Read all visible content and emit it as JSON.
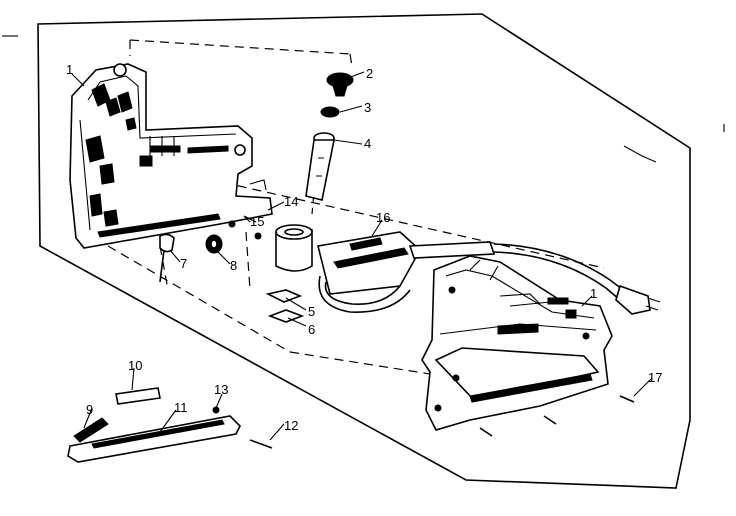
{
  "diagram": {
    "callouts": [
      {
        "id": "1a",
        "text": "1"
      },
      {
        "id": "1b",
        "text": "1"
      },
      {
        "id": "2",
        "text": "2"
      },
      {
        "id": "3",
        "text": "3"
      },
      {
        "id": "4",
        "text": "4"
      },
      {
        "id": "5",
        "text": "5"
      },
      {
        "id": "6",
        "text": "6"
      },
      {
        "id": "7",
        "text": "7"
      },
      {
        "id": "8",
        "text": "8"
      },
      {
        "id": "9",
        "text": "9"
      },
      {
        "id": "10",
        "text": "10"
      },
      {
        "id": "11",
        "text": "11"
      },
      {
        "id": "12",
        "text": "12"
      },
      {
        "id": "13",
        "text": "13"
      },
      {
        "id": "14",
        "text": "14"
      },
      {
        "id": "15",
        "text": "15"
      },
      {
        "id": "16",
        "text": "16"
      },
      {
        "id": "17",
        "text": "17"
      }
    ]
  }
}
